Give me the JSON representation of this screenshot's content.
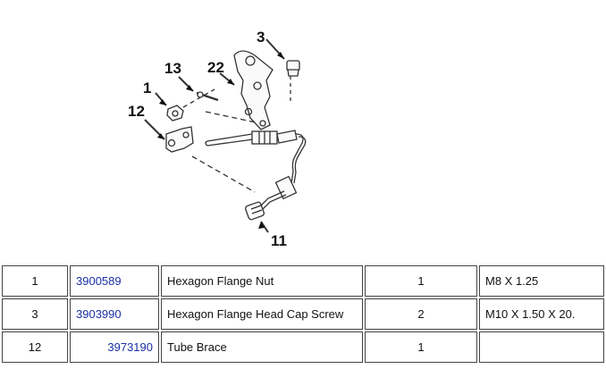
{
  "diagram": {
    "callouts": {
      "c1": "1",
      "c3": "3",
      "c11": "11",
      "c12": "12",
      "c13": "13",
      "c22": "22"
    }
  },
  "parts_table": {
    "rows": [
      {
        "ref": "1",
        "part_number": "3900589",
        "description": "Hexagon Flange Nut",
        "qty": "1",
        "remarks": "M8 X 1.25"
      },
      {
        "ref": "3",
        "part_number": "3903990",
        "description": "Hexagon Flange Head Cap Screw",
        "qty": "2",
        "remarks": "M10 X 1.50 X 20."
      },
      {
        "ref": "12",
        "part_number": "3973190",
        "description": "Tube Brace",
        "qty": "1",
        "remarks": ""
      }
    ]
  },
  "colors": {
    "link": "#1a2fa6",
    "line": "#333333"
  }
}
